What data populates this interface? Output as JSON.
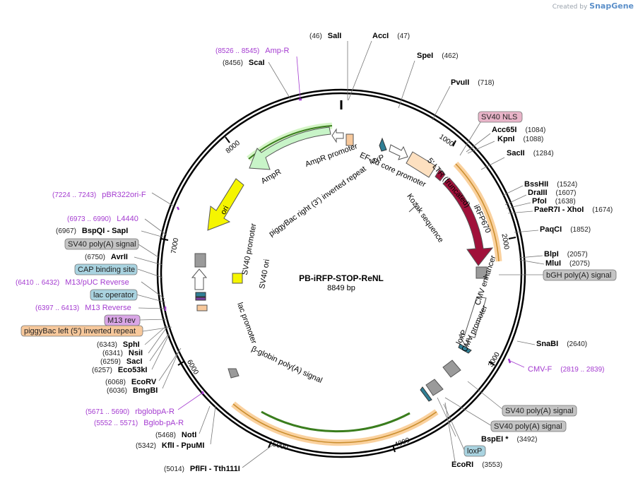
{
  "watermark": {
    "prefix": "Created by",
    "brand": "SnapGene"
  },
  "plasmid": {
    "name": "PB-iRFP-STOP-ReNL",
    "size_label": "8849 bp"
  },
  "ticks": [
    "1000",
    "2000",
    "3000",
    "4000",
    "5000",
    "6000",
    "7000",
    "8000"
  ],
  "sites": [
    {
      "pos": "(46)",
      "name": "SalI"
    },
    {
      "pos": "(47)",
      "name": "AccI"
    },
    {
      "pos": "(462)",
      "name": "SpeI"
    },
    {
      "pos": "(718)",
      "name": "PvuII"
    },
    {
      "pos": "(1084)",
      "name": "Acc65I"
    },
    {
      "pos": "(1088)",
      "name": "KpnI"
    },
    {
      "pos": "(1284)",
      "name": "SacII"
    },
    {
      "pos": "(1524)",
      "name": "BssHII"
    },
    {
      "pos": "(1607)",
      "name": "DraIII"
    },
    {
      "pos": "(1638)",
      "name": "PfoI"
    },
    {
      "pos": "(1674)",
      "name": "PaeR7I - XhoI"
    },
    {
      "pos": "(1852)",
      "name": "PaqCI"
    },
    {
      "pos": "(2057)",
      "name": "BlpI"
    },
    {
      "pos": "(2075)",
      "name": "MluI"
    },
    {
      "pos": "(2640)",
      "name": "SnaBI"
    },
    {
      "pos": "(3492)",
      "name": "BspEI *"
    },
    {
      "pos": "(3553)",
      "name": "EcoRI"
    },
    {
      "pos": "(5014)",
      "name": "PflFI - Tth111I"
    },
    {
      "pos": "(5342)",
      "name": "KflI - PpuMI"
    },
    {
      "pos": "(5468)",
      "name": "NotI"
    },
    {
      "pos": "(6036)",
      "name": "BmgBI"
    },
    {
      "pos": "(6068)",
      "name": "EcoRV"
    },
    {
      "pos": "(6257)",
      "name": "Eco53kI"
    },
    {
      "pos": "(6259)",
      "name": "SacI"
    },
    {
      "pos": "(6341)",
      "name": "NsiI"
    },
    {
      "pos": "(6343)",
      "name": "SphI"
    },
    {
      "pos": "(6750)",
      "name": "AvrII"
    },
    {
      "pos": "(6967)",
      "name": "BspQI - SapI"
    },
    {
      "pos": "(8456)",
      "name": "ScaI"
    }
  ],
  "primers": [
    {
      "pos": "(8526 .. 8545)",
      "name": "Amp-R"
    },
    {
      "pos": "(7224 .. 7243)",
      "name": "pBR322ori-F"
    },
    {
      "pos": "(6973 .. 6990)",
      "name": "L4440"
    },
    {
      "pos": "(6410 .. 6432)",
      "name": "M13/pUC Reverse"
    },
    {
      "pos": "(6397 .. 6413)",
      "name": "M13 Reverse"
    },
    {
      "pos": "(2819 .. 2839)",
      "name": "CMV-F"
    },
    {
      "pos": "(5671 .. 5690)",
      "name": "rbglobpA-R"
    },
    {
      "pos": "(5552 .. 5571)",
      "name": "Bglob-pA-R"
    }
  ],
  "boxed_labels": [
    {
      "name": "SV40 NLS",
      "color": "#e8b4c8"
    },
    {
      "name": "bGH poly(A) signal",
      "color": "#c4c4c4"
    },
    {
      "name": "SV40 poly(A) signal",
      "color": "#c4c4c4"
    },
    {
      "name": "SV40 poly(A) signal",
      "color": "#c4c4c4"
    },
    {
      "name": "loxP",
      "color": "#a9d3e0"
    },
    {
      "name": "SV40 poly(A) signal",
      "color": "#c4c4c4"
    },
    {
      "name": "CAP binding site",
      "color": "#a9d3e0"
    },
    {
      "name": "lac operator",
      "color": "#a9d3e0"
    },
    {
      "name": "M13 rev",
      "color": "#d9a6e6"
    },
    {
      "name": "piggyBac left (5') inverted repeat",
      "color": "#f7c89b"
    }
  ],
  "features": [
    "AmpR promoter",
    "AmpR",
    "piggyBac right (3') inverted repeat",
    "ori",
    "loxP",
    "EF-1α core promoter",
    "5' LTR (truncated)",
    "iRFP670",
    "Kozak sequence",
    "CMV enhancer",
    "CMV promoter",
    "loxP",
    "SV40 promoter",
    "SV40 ori",
    "lac promoter",
    "β-globin poly(A) signal"
  ],
  "colors": {
    "irfp": "#a0113a",
    "ampr_fill": "#c8f4c8",
    "ori": "#f5f500",
    "orf_orange": "#f6b25e",
    "orf_green": "#3a7d1d",
    "primer": "#a43bd0",
    "loxp": "#2f7f95",
    "grey_feature": "#9a9a9a",
    "peach": "#f7c89b"
  }
}
